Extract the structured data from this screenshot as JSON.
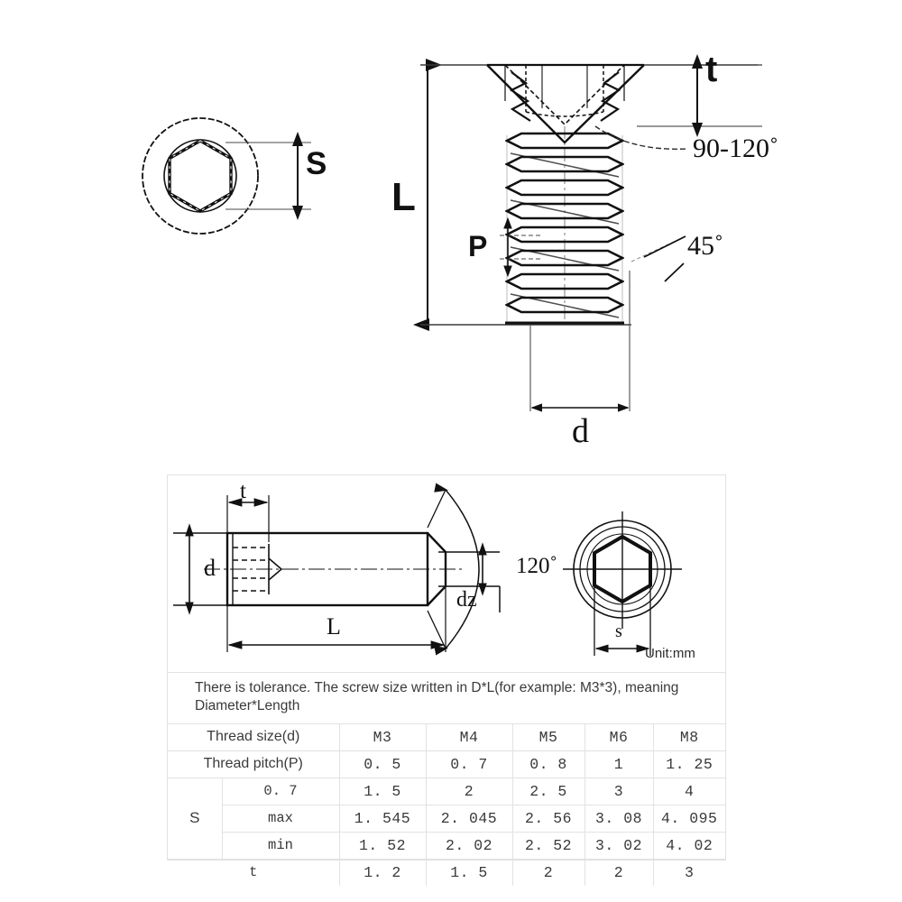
{
  "figure": {
    "title_labels_top": {
      "s_label": "S",
      "l_label": "L",
      "t_label": "t",
      "p_label": "P",
      "d_label": "d",
      "angle_head": "90-120˚",
      "angle_chamfer": "45˚"
    },
    "labels_bottom": {
      "t_label": "t",
      "d_label": "d",
      "l_label": "L",
      "dz_label": "dz",
      "angle_point": "120˚",
      "s_label": "s",
      "unit": "Unit:mm"
    }
  },
  "panel": {
    "tolerance_note": "There is tolerance. The screw size written in D*L(for example: M3*3), meaning Diameter*Length",
    "table": {
      "rows": [
        {
          "label": "Thread size(d)",
          "sub": null,
          "group": null,
          "values": [
            "M3",
            "M4",
            "M5",
            "M6",
            "M8"
          ]
        },
        {
          "label": "Thread pitch(P)",
          "sub": null,
          "group": null,
          "values": [
            "0. 5",
            "0. 7",
            "0. 8",
            "1",
            "1. 25"
          ]
        },
        {
          "label": null,
          "sub": "0. 7",
          "group": "S",
          "values": [
            "1. 5",
            "2",
            "2. 5",
            "3",
            "4"
          ]
        },
        {
          "label": null,
          "sub": "max",
          "group": null,
          "values": [
            "1. 545",
            "2. 045",
            "2. 56",
            "3. 08",
            "4. 095"
          ]
        },
        {
          "label": null,
          "sub": "min",
          "group": null,
          "values": [
            "1. 52",
            "2. 02",
            "2. 52",
            "3. 02",
            "4. 02"
          ]
        },
        {
          "label": "t",
          "sub": null,
          "group": null,
          "values": [
            "1. 2",
            "1. 5",
            "2",
            "2",
            "3"
          ]
        }
      ]
    }
  },
  "colors": {
    "line": "#111111",
    "thin_line": "#5a5a5a",
    "border": "#e2e2e2",
    "text": "#3a3a3a",
    "background": "#ffffff"
  }
}
